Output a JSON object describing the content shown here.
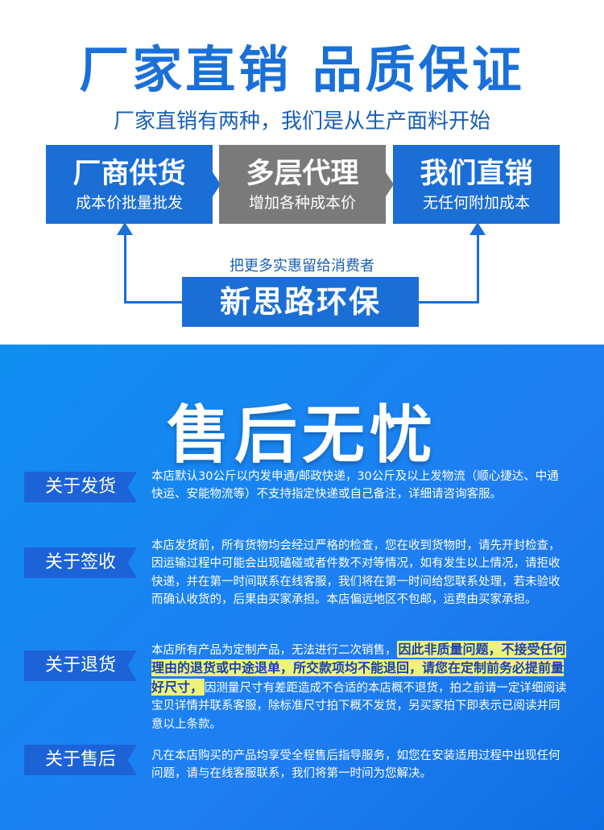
{
  "top": {
    "headline": "厂家直销  品质保证",
    "subline": "厂家直销有两种，我们是从生产面料开始",
    "boxes": [
      {
        "title": "厂商供货",
        "sub": "成本价批量批发"
      },
      {
        "title": "多层代理",
        "sub": "增加各种成本价"
      },
      {
        "title": "我们直销",
        "sub": "无任何附加成本"
      }
    ],
    "note": "把更多实惠留给消费者",
    "brand": "新思路环保"
  },
  "bottom": {
    "title": "售后无忧",
    "sections": [
      {
        "label": "关于发货",
        "text": "本店默认30公斤以内发申通/邮政快递，30公斤及以上发物流（顺心捷达、中通快运、安能物流等）不支持指定快递或自己备注，详细请咨询客服。"
      },
      {
        "label": "关于签收",
        "text": "本店发货前，所有货物均会经过严格的检查，您在收到货物时，请先开封检查，因运输过程中可能会出现磕碰或者件数不对等情况，如有发生以上情况，请拒收快递，并在第一时间联系在线客服，我们将在第一时间给您联系处理，若未验收而确认收货的，后果由买家承担。本店偏远地区不包邮，运费由买家承担。"
      },
      {
        "label": "关于退货",
        "text_before": "本店所有产品为定制产品，无法进行二次销售，",
        "highlight": "因此非质量问题，不接受任何理由的退货或中途退单，所交款项均不能退回，请您在定制前务必提前量好尺寸，",
        "text_after": "因测量尺寸有差距造成不合适的本店概不退货，拍之前请一定详细阅读宝贝详情并联系客服，除标准尺寸拍下概不发货，另买家拍下即表示已阅读并同意以上条款。"
      },
      {
        "label": "关于售后",
        "text": "凡在本店购买的产品均享受全程售后指导服务，如您在安装适用过程中出现任何问题，请与在线客服联系，我们将第一时间为您解决。"
      }
    ]
  },
  "colors": {
    "brand_blue": "#1a6ed6",
    "gray_box": "#7a7a7a",
    "highlight_bg": "#ecf57a",
    "highlight_text": "#1c3fb0"
  }
}
